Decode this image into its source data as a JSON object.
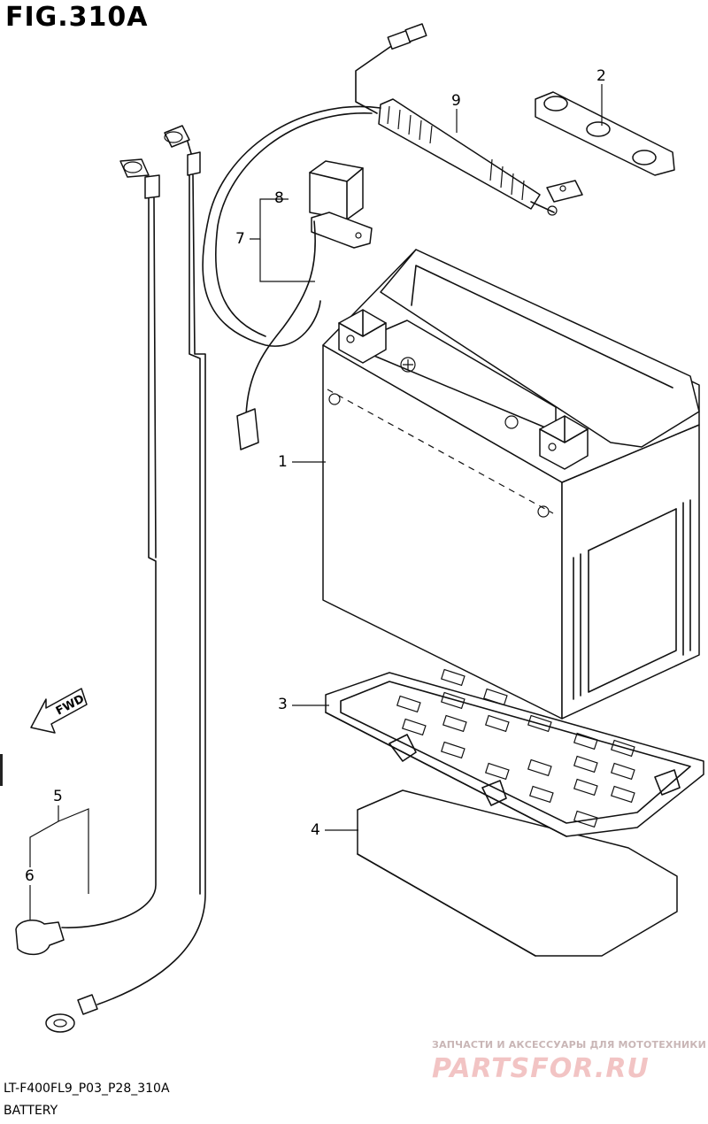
{
  "figure": {
    "title": "FIG.310A"
  },
  "footer": {
    "code": "LT-F400FL9_P03_P28_310A",
    "section": "BATTERY"
  },
  "direction_marker": {
    "label": "FWD",
    "icon": "fwd-arrow-icon"
  },
  "callouts": {
    "c1": "1",
    "c2": "2",
    "c3": "3",
    "c4": "4",
    "c5": "5",
    "c6": "6",
    "c7": "7",
    "c8": "8",
    "c9": "9"
  },
  "watermark": {
    "caption": "ЗАПЧАСТИ И АКСЕССУАРЫ ДЛЯ МОТОТЕХНИКИ",
    "logo": "PARTSFOR.RU"
  }
}
